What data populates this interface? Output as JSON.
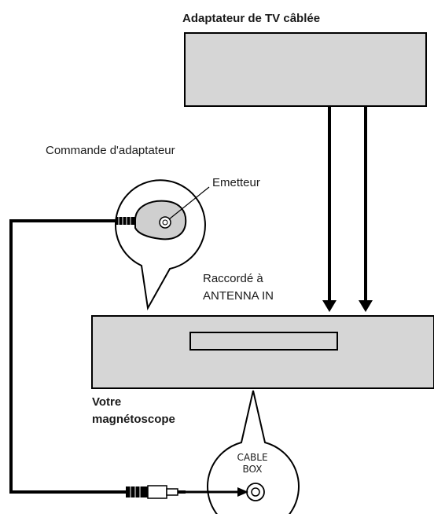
{
  "labels": {
    "cable_box_adapter": "Adaptateur de TV câblée",
    "remote_control": "Commande d'adaptateur",
    "emitter": "Emetteur",
    "connected_to_line1": "Raccordé à",
    "connected_to_line2": "ANTENNA IN",
    "vcr_line1": "Votre",
    "vcr_line2": "magnétoscope",
    "jack_line1": "CABLE",
    "jack_line2": "BOX"
  },
  "colors": {
    "box_fill": "#d6d6d6",
    "stroke": "#000000",
    "emitter_fill": "#cfcfcf"
  }
}
